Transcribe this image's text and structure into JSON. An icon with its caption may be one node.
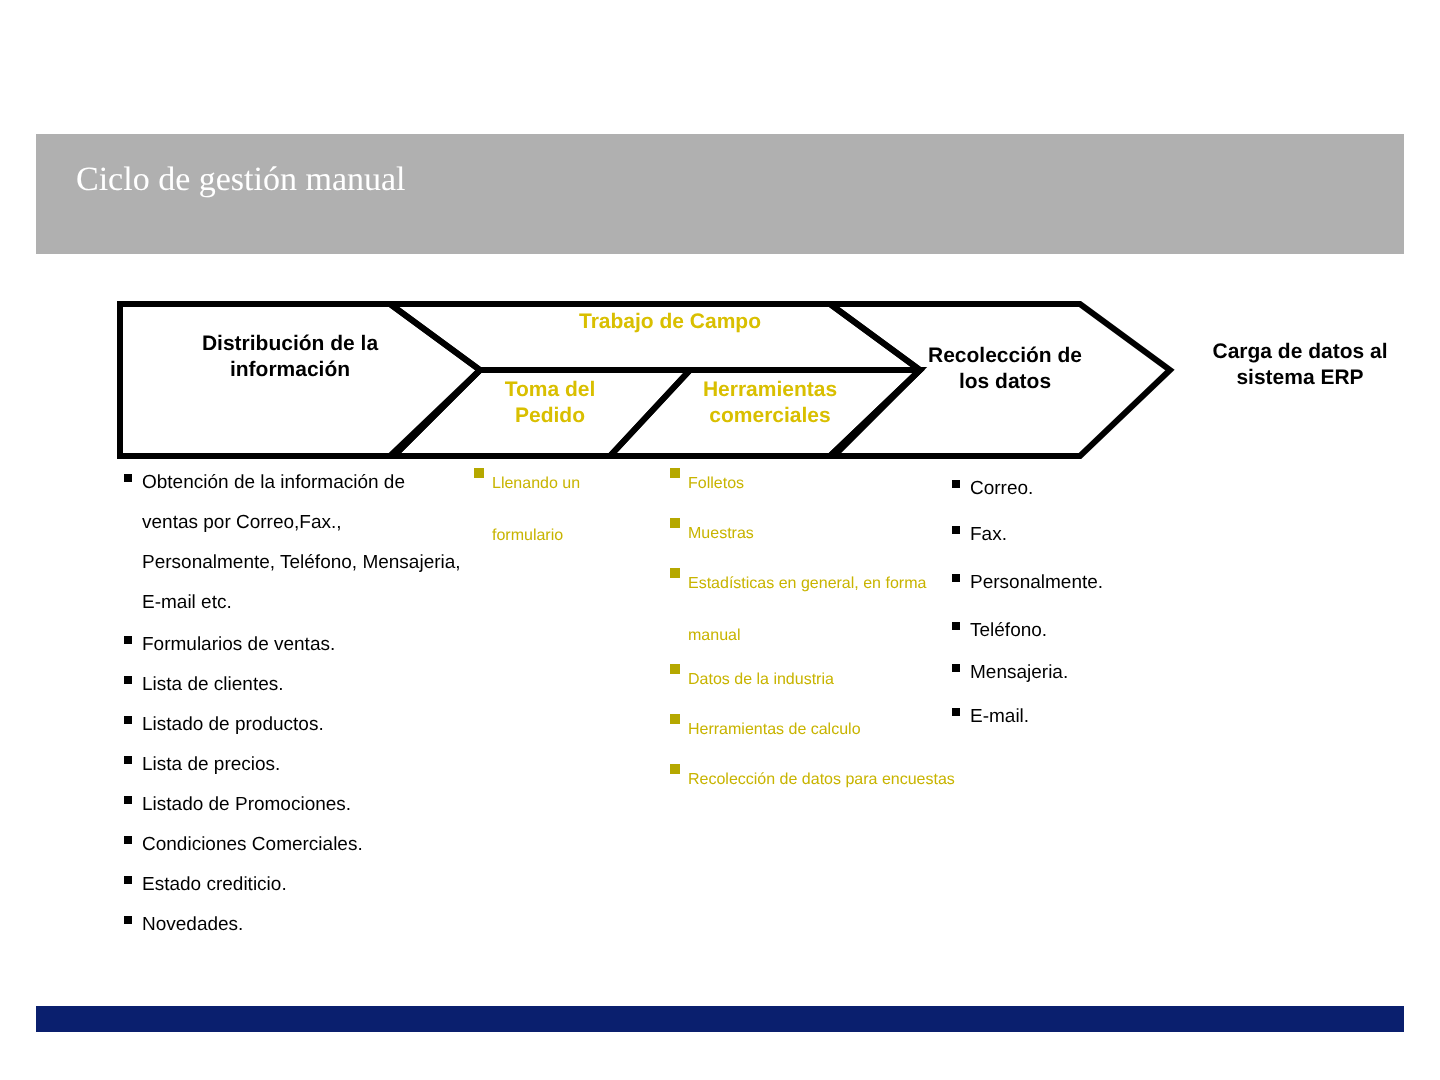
{
  "diagram": {
    "title": "Ciclo de gestión manual",
    "nodes": [
      {
        "text": [
          "Distribución de la información"
        ]
      },
      {
        "text": [
          "Trabajo de Campo"
        ]
      },
      {
        "text": [
          "Toma del Pedido"
        ],
        "in": 1
      },
      {
        "text": [
          "Herramientas comerciales"
        ],
        "in": 1
      },
      {
        "text": [
          "Recolección de los datos"
        ]
      }
    ],
    "edges": [],
    "labels": [
      "Carga de datos al sistema ERP",
      "Obtención de la información de ventas por Correo,Fax., Personalmente, Teléfono, Mensajeria, E-mail etc.",
      "Formularios de ventas.",
      "Lista de clientes.",
      "Listado de productos.",
      "Lista de precios.",
      "Listado de Promociones.",
      "Condiciones Comerciales.",
      "Estado crediticio.",
      "Novedades.",
      "Llenando un formulario",
      "Folletos",
      "Muestras",
      "Estadísticas en general, en forma manual",
      "Datos de la industria",
      "Herramientas de calculo",
      "Recolección de datos para encuestas",
      "Correo.",
      "Fax.",
      "Personalmente.",
      "Teléfono.",
      "Mensajeria.",
      "E-mail."
    ]
  }
}
